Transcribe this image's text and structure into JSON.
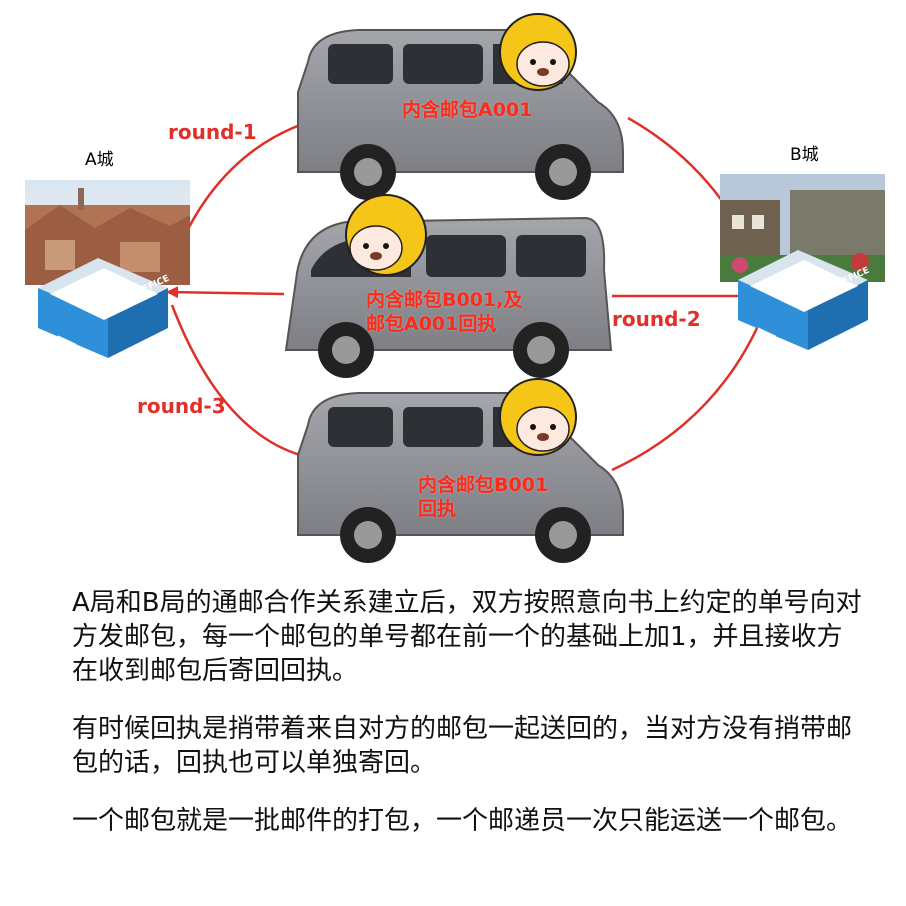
{
  "cities": {
    "a": {
      "label": "A城"
    },
    "b": {
      "label": "B城"
    }
  },
  "post_office_sign": "POST OFFICE",
  "rounds": [
    {
      "label": "round-1"
    },
    {
      "label": "round-2"
    },
    {
      "label": "round-3"
    }
  ],
  "vans": [
    {
      "cargo_lines": [
        "内含邮包A001"
      ]
    },
    {
      "cargo_lines": [
        "内含邮包B001,及",
        "邮包A001回执"
      ]
    },
    {
      "cargo_lines": [
        "内含邮包B001",
        "回执"
      ]
    }
  ],
  "description": [
    "A局和B局的通邮合作关系建立后，双方按照意向书上约定的单号向对方发邮包，每一个邮包的单号都在前一个的基础上加1，并且接收方在收到邮包后寄回回执。",
    "有时候回执是捎带着来自对方的邮包一起送回的，当对方没有捎带邮包的话，回执也可以单独寄回。",
    "一个邮包就是一批邮件的打包，一个邮递员一次只能运送一个邮包。"
  ],
  "colors": {
    "arrow": "#e0302a",
    "van_body": "#8e9096",
    "helmet": "#f5c518",
    "post_office_blue": "#2f8fd8"
  }
}
